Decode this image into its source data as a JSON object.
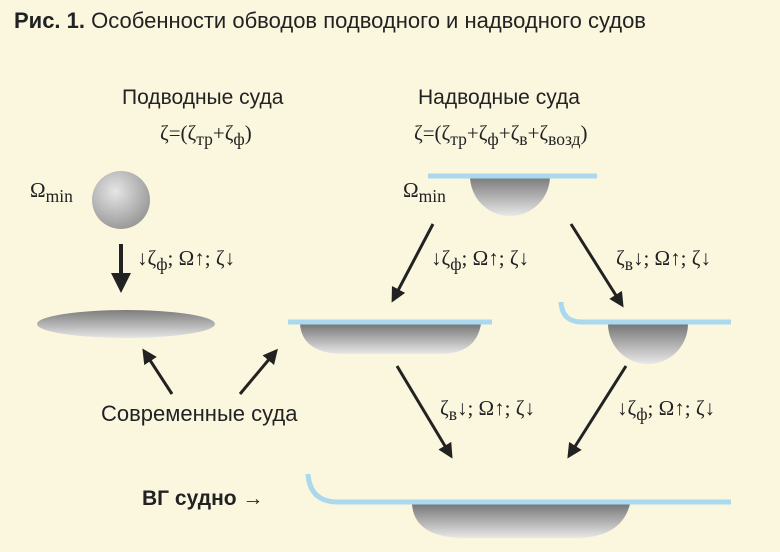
{
  "title": {
    "number": "Рис. 1.",
    "text": "Особенности обводов подводного и надводного судов"
  },
  "columns": {
    "submarine": {
      "heading": "Подводные суда",
      "formula": "ζ=(ζтр+ζф)"
    },
    "surface": {
      "heading": "Надводные суда",
      "formula": "ζ=(ζтр+ζф+ζв+ζвозд)"
    }
  },
  "omega_min": "Ωmin",
  "transitions": {
    "form_drag": "↓ζф; Ω↑; ζ↓",
    "wave_drag": "ζв↓; Ω↑; ζ↓"
  },
  "modern_ships": "Современные суда",
  "vg_ship": "ВГ судно →",
  "colors": {
    "background": "#fbf7df",
    "waterline": "#a9d8ef",
    "hull_dark": "#8f8f8f",
    "hull_light": "#e3e3e3",
    "text": "#222222"
  }
}
